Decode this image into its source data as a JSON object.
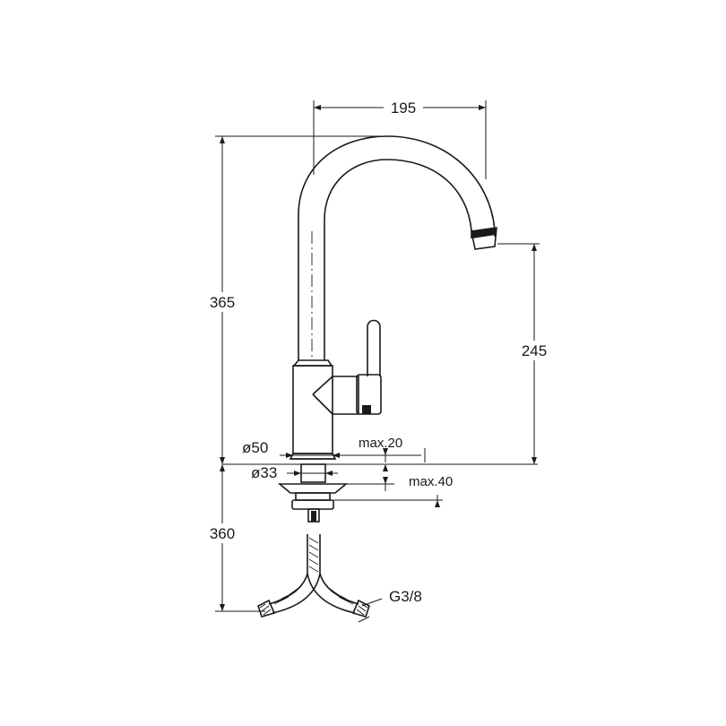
{
  "dimensions": {
    "reach": "195",
    "total_height": "365",
    "spout_height": "245",
    "under_length": "360",
    "body_diameter": "ø50",
    "hole_diameter": "ø33",
    "deck_thickness_1": "max.20",
    "deck_thickness_2": "max.40",
    "connection": "G3/8"
  },
  "colors": {
    "ink": "#1a1a1a",
    "background": "#ffffff"
  }
}
